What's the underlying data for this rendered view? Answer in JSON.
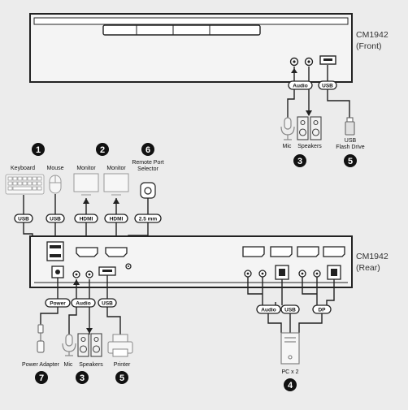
{
  "front_unit": {
    "model": "CM1942",
    "view": "(Front)"
  },
  "rear_unit": {
    "model": "CM1942",
    "view": "(Rear)"
  },
  "front_connectors": {
    "audio_tag": "Audio",
    "usb_tag": "USB",
    "mic_label": "Mic",
    "speakers_label": "Speakers",
    "usb_device_line1": "USB",
    "usb_device_line2": "Flash Drive",
    "audio_number": "3",
    "usb_number": "5"
  },
  "rear_devices": {
    "keyboard_label": "Keyboard",
    "mouse_label": "Mouse",
    "monitor1_label": "Monitor",
    "monitor2_label": "Monitor",
    "remote_label_line1": "Remote Port",
    "remote_label_line2": "Selector",
    "kbm_number": "1",
    "monitor_number": "2",
    "remote_number": "6"
  },
  "rear_tags": {
    "keyboard_usb": "USB",
    "mouse_usb": "USB",
    "hdmi1": "HDMI",
    "hdmi2": "HDMI",
    "remote": "2.5 mm",
    "power": "Power",
    "audio": "Audio",
    "usb": "USB"
  },
  "rear_bottom_devices": {
    "power_adapter_label": "Power Adapter",
    "mic_label": "Mic",
    "speakers_label": "Speakers",
    "printer_label": "Printer",
    "power_number": "7",
    "audio_number": "3",
    "printer_number": "5"
  },
  "pc_group": {
    "audio_tag": "Audio",
    "usb_tag": "USB",
    "dp_tag": "DP",
    "pc_label": "PC x 2",
    "pc_number": "4"
  },
  "colors": {
    "background": "#ececec",
    "unit_outline": "#222222",
    "device_gray": "#9a9a9a"
  }
}
